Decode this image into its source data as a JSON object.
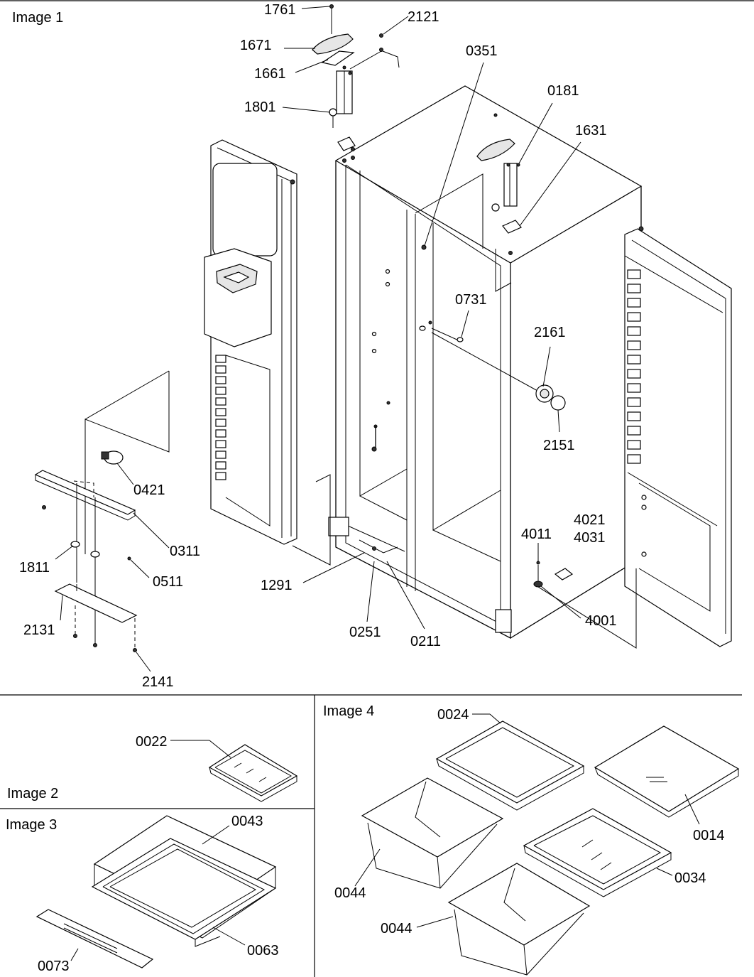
{
  "panels": [
    {
      "id": "image-1",
      "title": "Image 1"
    },
    {
      "id": "image-2",
      "title": "Image 2"
    },
    {
      "id": "image-3",
      "title": "Image 3"
    },
    {
      "id": "image-4",
      "title": "Image 4"
    }
  ],
  "callouts": {
    "p1761": "1761",
    "p2121": "2121",
    "p1671": "1671",
    "p1661": "1661",
    "p1801": "1801",
    "p0351": "0351",
    "p0181": "0181",
    "p1631": "1631",
    "p0731": "0731",
    "p2161": "2161",
    "p2151": "2151",
    "p0421": "0421",
    "p0311": "0311",
    "p1811": "1811",
    "p0511": "0511",
    "p2131": "2131",
    "p2141": "2141",
    "p1291": "1291",
    "p0251": "0251",
    "p0211": "0211",
    "p4011": "4011",
    "p4021": "4021",
    "p4031": "4031",
    "p4001": "4001",
    "p0022": "0022",
    "p0043": "0043",
    "p0063": "0063",
    "p0073": "0073",
    "p0024": "0024",
    "p0014": "0014",
    "p0044a": "0044",
    "p0044b": "0044",
    "p0034": "0034"
  }
}
